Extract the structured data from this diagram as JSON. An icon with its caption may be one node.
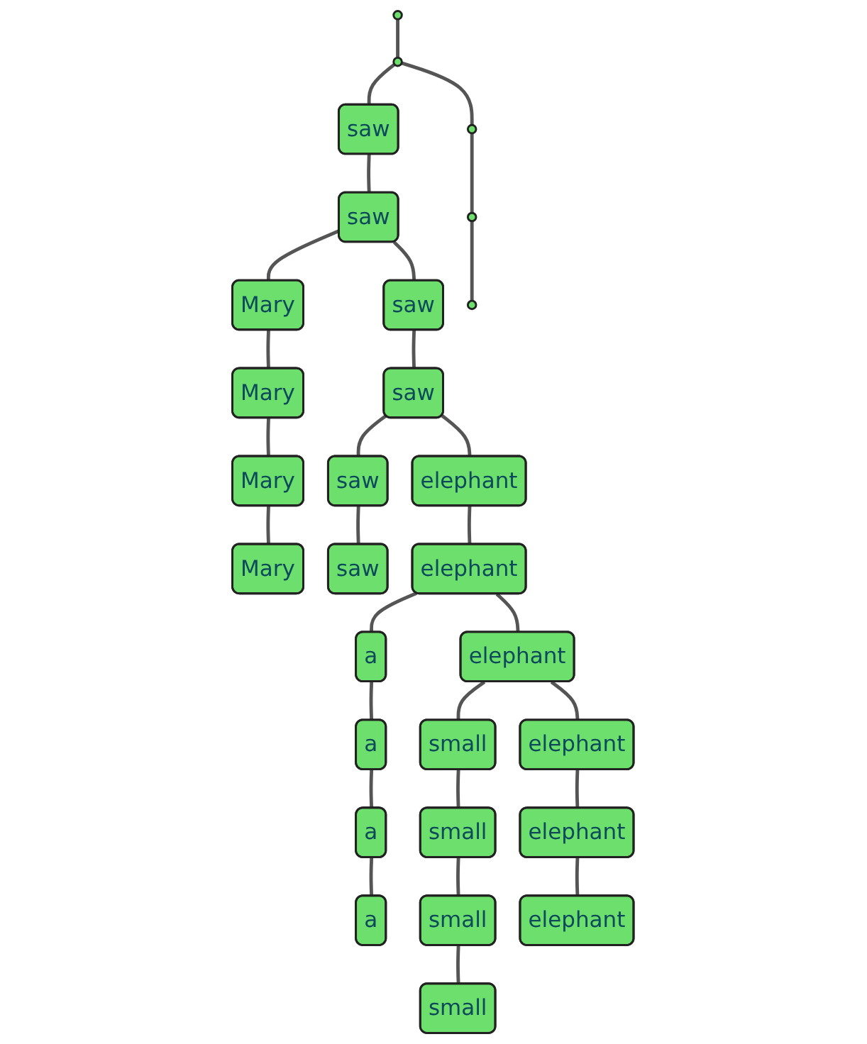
{
  "diagram": {
    "nodes": [
      {
        "text": [],
        "shape": "circle"
      },
      {
        "text": [],
        "shape": "circle"
      },
      {
        "text": [
          "saw"
        ]
      },
      {
        "text": [
          "saw"
        ]
      },
      {
        "text": [
          "Mary"
        ]
      },
      {
        "text": [
          "Mary"
        ]
      },
      {
        "text": [
          "Mary"
        ]
      },
      {
        "text": [
          "Mary"
        ]
      },
      {
        "text": [
          "saw"
        ]
      },
      {
        "text": [
          "saw"
        ]
      },
      {
        "text": [
          "saw"
        ]
      },
      {
        "text": [
          "saw"
        ]
      },
      {
        "text": [
          "elephant"
        ]
      },
      {
        "text": [
          "elephant"
        ]
      },
      {
        "text": [
          "a"
        ]
      },
      {
        "text": [
          "a"
        ]
      },
      {
        "text": [
          "a"
        ]
      },
      {
        "text": [
          "a"
        ]
      },
      {
        "text": [
          "elephant"
        ]
      },
      {
        "text": [
          "small"
        ]
      },
      {
        "text": [
          "small"
        ]
      },
      {
        "text": [
          "small"
        ]
      },
      {
        "text": [
          "small"
        ]
      },
      {
        "text": [
          "elephant"
        ]
      },
      {
        "text": [
          "elephant"
        ]
      },
      {
        "text": [
          "elephant"
        ]
      },
      {
        "text": [],
        "shape": "circle"
      },
      {
        "text": [],
        "shape": "circle"
      },
      {
        "text": [],
        "shape": "circle"
      }
    ],
    "edges": [
      {
        "from": 0,
        "to": 1,
        "arrow": "none"
      },
      {
        "from": 1,
        "to": 2,
        "arrow": "none"
      },
      {
        "from": 1,
        "to": 26,
        "arrow": "none"
      },
      {
        "from": 2,
        "to": 3,
        "arrow": "none"
      },
      {
        "from": 3,
        "to": 4,
        "arrow": "none"
      },
      {
        "from": 3,
        "to": 8,
        "arrow": "none"
      },
      {
        "from": 4,
        "to": 5,
        "arrow": "none"
      },
      {
        "from": 5,
        "to": 6,
        "arrow": "none"
      },
      {
        "from": 6,
        "to": 7,
        "arrow": "none"
      },
      {
        "from": 8,
        "to": 9,
        "arrow": "none"
      },
      {
        "from": 9,
        "to": 10,
        "arrow": "none"
      },
      {
        "from": 9,
        "to": 12,
        "arrow": "none"
      },
      {
        "from": 10,
        "to": 11,
        "arrow": "none"
      },
      {
        "from": 12,
        "to": 13,
        "arrow": "none"
      },
      {
        "from": 13,
        "to": 14,
        "arrow": "none"
      },
      {
        "from": 13,
        "to": 18,
        "arrow": "none"
      },
      {
        "from": 14,
        "to": 15,
        "arrow": "none"
      },
      {
        "from": 15,
        "to": 16,
        "arrow": "none"
      },
      {
        "from": 16,
        "to": 17,
        "arrow": "none"
      },
      {
        "from": 18,
        "to": 19,
        "arrow": "none"
      },
      {
        "from": 18,
        "to": 23,
        "arrow": "none"
      },
      {
        "from": 19,
        "to": 20,
        "arrow": "none"
      },
      {
        "from": 20,
        "to": 21,
        "arrow": "none"
      },
      {
        "from": 21,
        "to": 22,
        "arrow": "none"
      },
      {
        "from": 23,
        "to": 24,
        "arrow": "none"
      },
      {
        "from": 24,
        "to": 25,
        "arrow": "none"
      },
      {
        "from": 26,
        "to": 27,
        "arrow": "none"
      },
      {
        "from": 27,
        "to": 28,
        "arrow": "none"
      }
    ]
  }
}
